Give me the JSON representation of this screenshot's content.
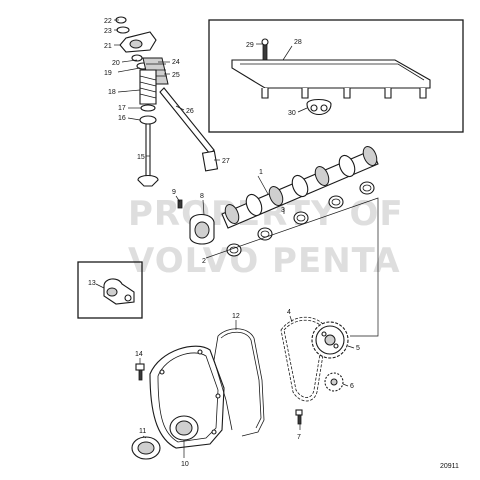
{
  "diagram": {
    "figure_id": "20911",
    "watermark": [
      "PROPERTY OF",
      "VOLVO PENTA"
    ],
    "callouts": [
      "1",
      "2",
      "3",
      "4",
      "5",
      "6",
      "7",
      "8",
      "9",
      "10",
      "11",
      "12",
      "13",
      "14",
      "15",
      "16",
      "17",
      "18",
      "19",
      "20",
      "21",
      "22",
      "23",
      "24",
      "25",
      "26",
      "27",
      "28",
      "29",
      "30"
    ]
  }
}
